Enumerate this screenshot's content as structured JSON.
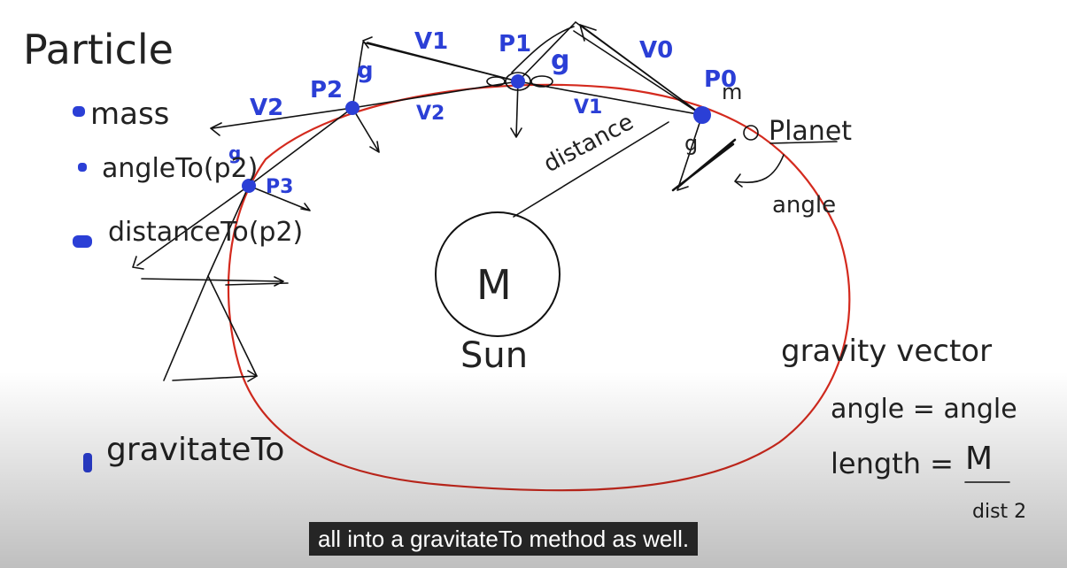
{
  "heading": "Particle",
  "properties": [
    "mass",
    "angleTo(p2)",
    "distanceTo(p2)",
    "gravitateTo"
  ],
  "points": {
    "p0": "P0",
    "p1": "P1",
    "p2": "P2",
    "p3": "P3"
  },
  "velocities": {
    "v0": "V0",
    "v1": "V1",
    "v2": "V2",
    "v1_lower": "V1",
    "v2_lower": "V2"
  },
  "gravity_marks": [
    "g",
    "g",
    "g",
    "g"
  ],
  "small_m": "m",
  "planet_label": "Planet",
  "distance_label": "distance",
  "angle_label": "angle",
  "sun_mass": "M",
  "sun_label": "Sun",
  "notes": {
    "title": "gravity vector",
    "angle_line": "angle = angle",
    "length_label": "length =",
    "numerator": "M",
    "denominator": "dist 2"
  },
  "caption": "all into a gravitateTo method as well.",
  "colors": {
    "orbit": "#d42a1e",
    "annotation_blue": "#2b3fd6",
    "ink": "#111111"
  }
}
